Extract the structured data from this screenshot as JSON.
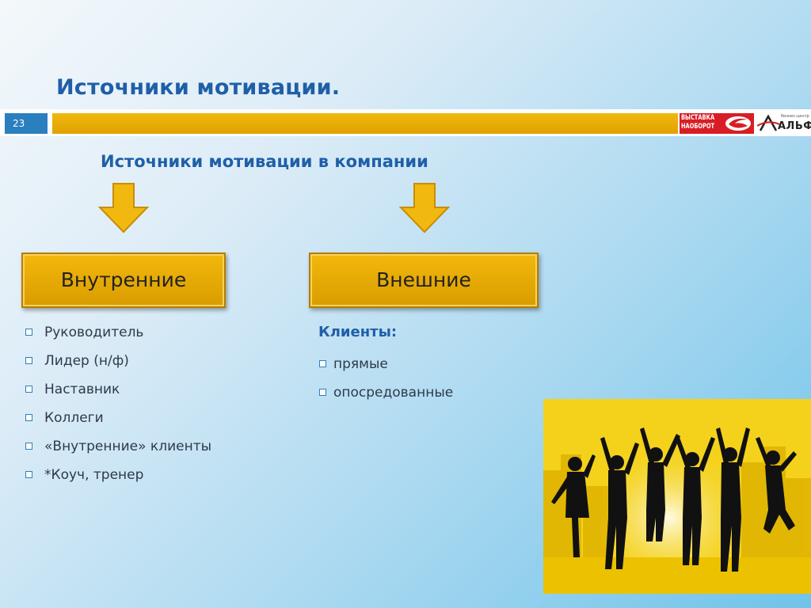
{
  "slide": {
    "title": "Источники мотивации.",
    "number": "23",
    "subtitle": "Источники мотивации в компании"
  },
  "logos": {
    "left_text_line1": "ВЫСТАВКА",
    "left_text_line2": "НАОБОРОТ",
    "right_small_text": "бизнес-центр",
    "right_big_text": "АЛЬФ"
  },
  "internal": {
    "label": "Внутренние",
    "items": [
      "Руководитель",
      "Лидер (н/ф)",
      "Наставник",
      "Коллеги",
      "«Внутренние» клиенты",
      "*Коуч, тренер"
    ]
  },
  "external": {
    "label": "Внешние",
    "clients_heading": "Клиенты:",
    "items": [
      "прямые",
      "опосредованные"
    ]
  },
  "colors": {
    "accent_blue": "#1f5fa8",
    "gold": "#f1b910",
    "brand_red": "#d81e24"
  }
}
